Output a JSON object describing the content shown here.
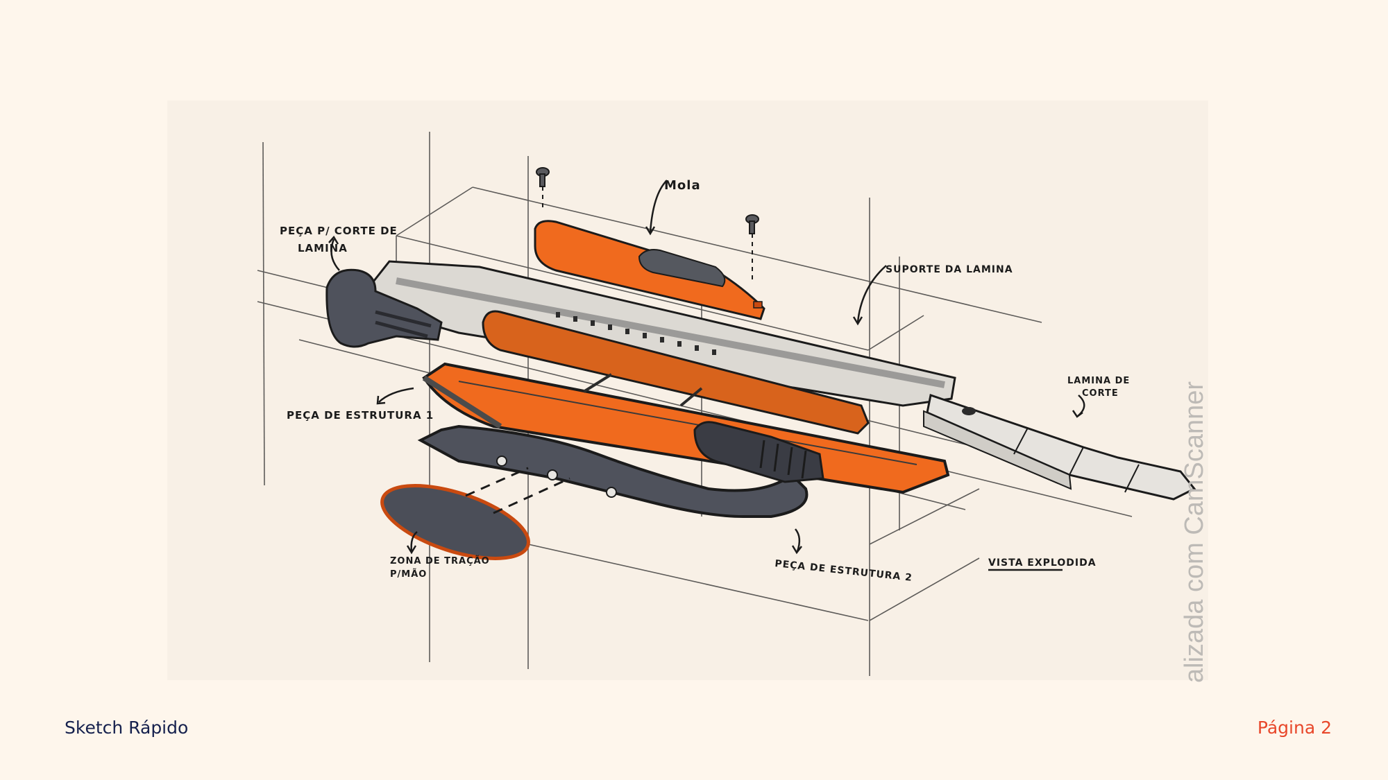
{
  "page": {
    "title": "Sketch Rápido",
    "page_label": "Página 2"
  },
  "sketch": {
    "labels": {
      "blade_cutter_piece": [
        "PEÇA P/ CORTE DE",
        "LAMINA"
      ],
      "spring": "Mola",
      "blade_holder": "SUPORTE DA LAMINA",
      "cutting_blade": [
        "LAMINA DE",
        "CORTE"
      ],
      "structure_piece_1": "PEÇA DE ESTRUTURA 1",
      "grip_zone": [
        "ZONA DE TRAÇÃO",
        "P/MÃO"
      ],
      "structure_piece_2": "PEÇA DE ESTRUTURA 2",
      "view_title": "VISTA EXPLODIDA"
    },
    "watermark": "alizada com CamScanner",
    "colors": {
      "orange": "#F06A1E",
      "dark_orange": "#C94A10",
      "gray": "#4F525C",
      "dark_gray": "#33353D",
      "silver": "#D9D6D0",
      "ink": "#1B1B1B"
    }
  }
}
